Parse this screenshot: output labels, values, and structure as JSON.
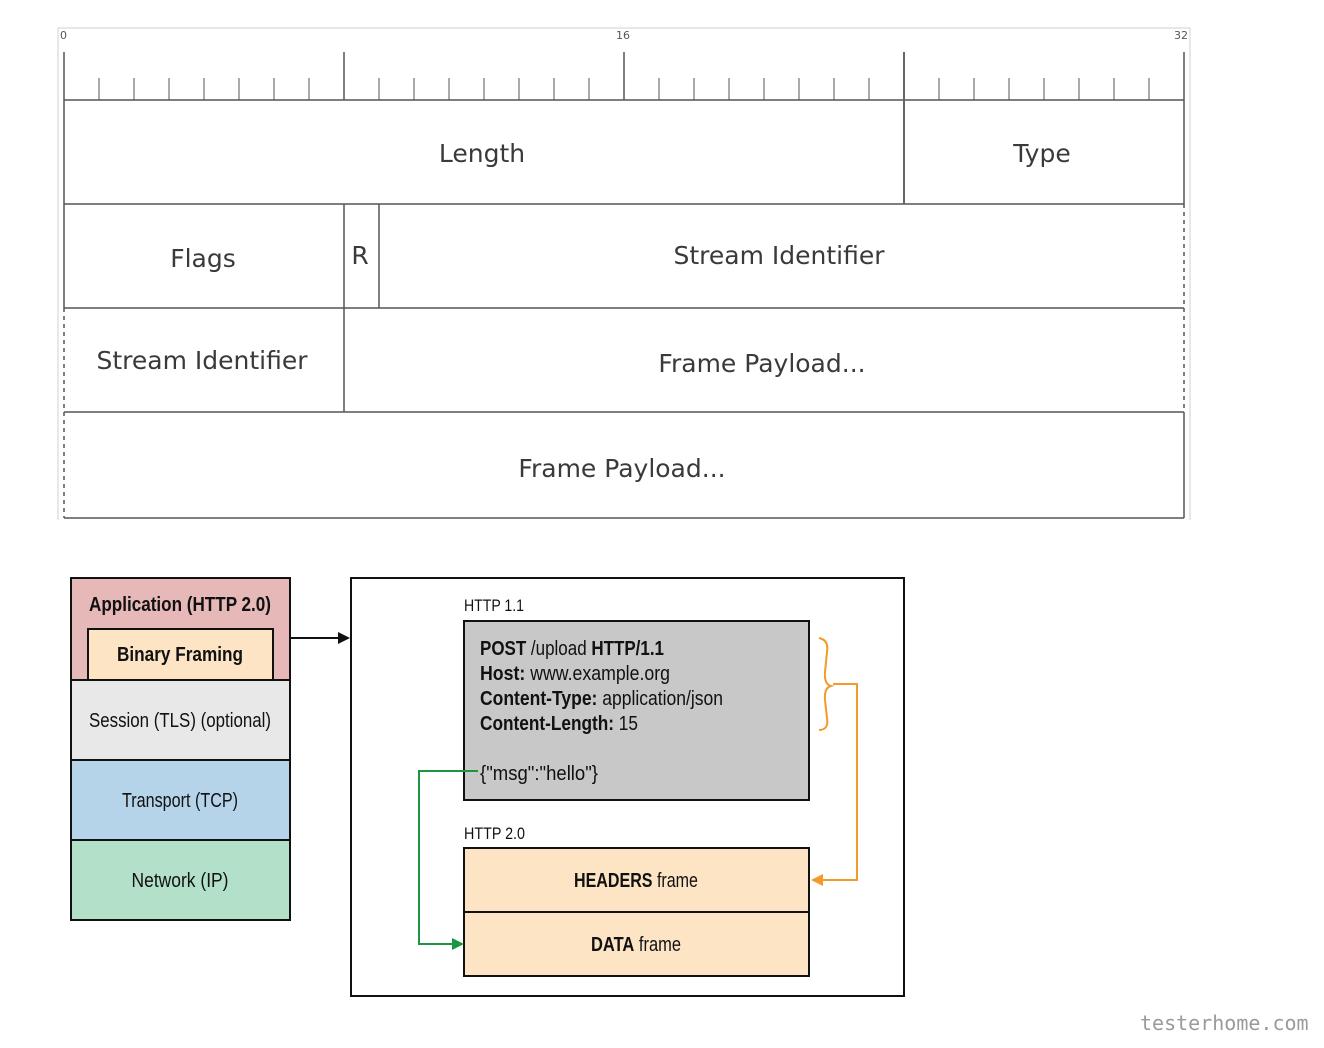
{
  "frame_format": {
    "ruler": {
      "start": "0",
      "middle": "16",
      "end": "32"
    },
    "fields": {
      "length": "Length",
      "type": "Type",
      "flags": "Flags",
      "reserved": "R",
      "stream_identifier_1": "Stream Identifier",
      "stream_identifier_2": "Stream Identifier",
      "frame_payload_1": "Frame Payload...",
      "frame_payload_2": "Frame Payload..."
    }
  },
  "stack": {
    "application": {
      "prefix": "Application (",
      "bold": "HTTP 2.0",
      "suffix": ")"
    },
    "binary_framing": "Binary Framing",
    "session": "Session (TLS) (optional)",
    "transport": "Transport (TCP)",
    "network": "Network (IP)",
    "colors": {
      "application": "#e6b8b7",
      "binary_framing": "#fde4c4",
      "session": "#e8e8e8",
      "transport": "#b5d4ea",
      "network": "#b3e0c8"
    }
  },
  "http11": {
    "label": "HTTP 1.1",
    "line1": {
      "b1": "POST",
      "t1": " /upload ",
      "b2": "HTTP/1.1"
    },
    "line2": {
      "b": "Host:",
      "t": " www.example.org"
    },
    "line3": {
      "b": "Content-Type:",
      "t": " application/json"
    },
    "line4": {
      "b": "Content-Length:",
      "t": " 15"
    },
    "body": "{\"msg\":\"hello\"}"
  },
  "http20": {
    "label": "HTTP 2.0",
    "headers": {
      "b": "HEADERS",
      "t": " frame"
    },
    "data": {
      "b": "DATA",
      "t": " frame"
    }
  },
  "arrows": {
    "headers_color": "#f39b2a",
    "data_color": "#1a9641"
  },
  "watermark": "testerhome.com"
}
